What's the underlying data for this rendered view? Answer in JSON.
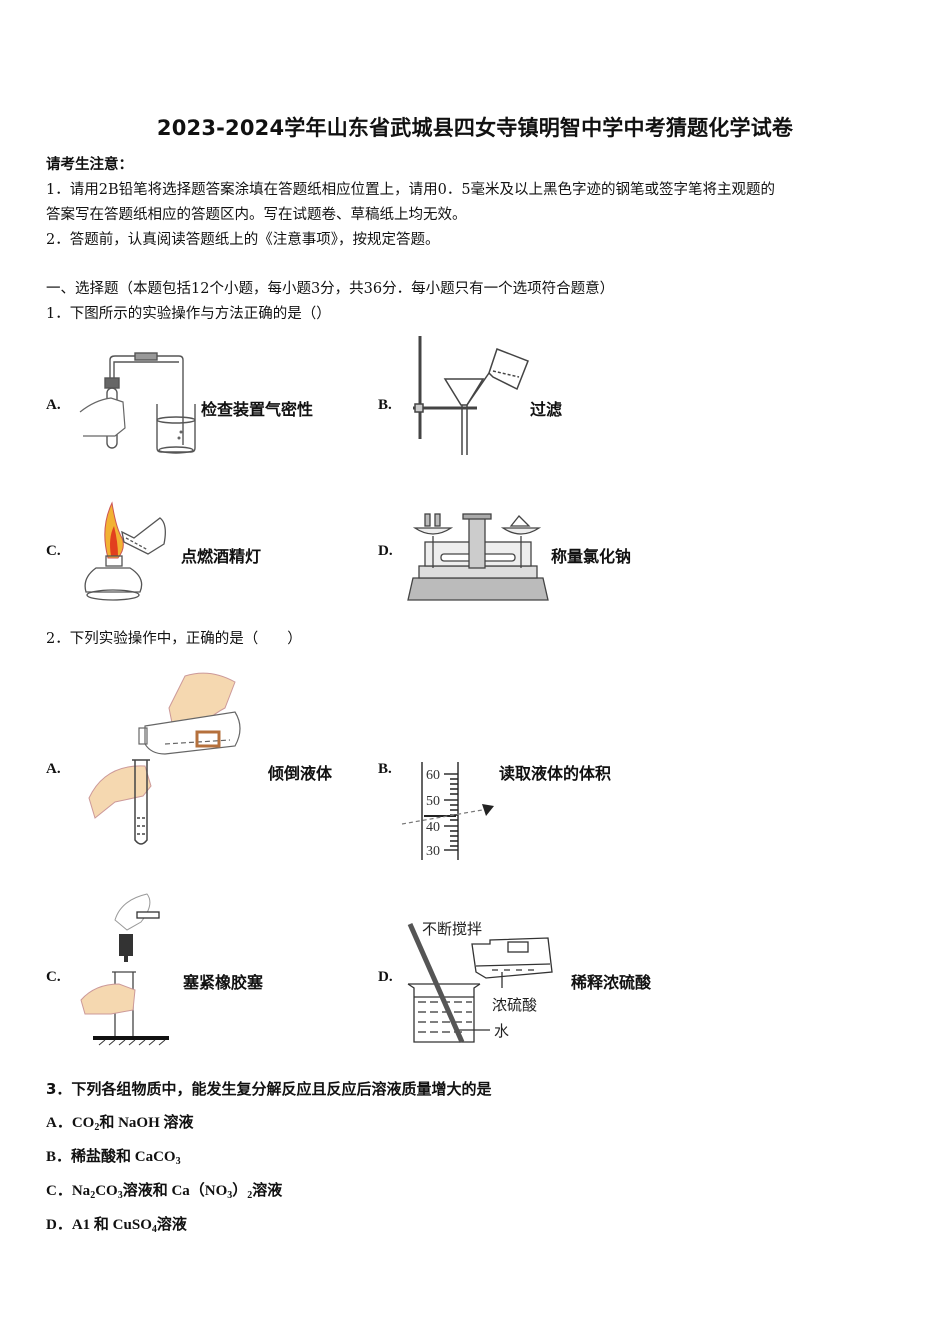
{
  "document": {
    "title": "2023-2024学年山东省武城县四女寺镇明智中学中考猜题化学试卷",
    "notice": {
      "heading": "请考生注意：",
      "items": [
        "1．请用2B铅笔将选择题答案涂填在答题纸相应位置上，请用0．5毫米及以上黑色字迹的钢笔或签字笔将主观题的",
        "答案写在答题纸相应的答题区内。写在试题卷、草稿纸上均无效。",
        "2．答题前，认真阅读答题纸上的《注意事项》，按规定答题。"
      ]
    },
    "section_heading": "一、选择题（本题包括12个小题，每小题3分，共36分．每小题只有一个选项符合题意）",
    "questions": [
      {
        "stem": "1．下图所示的实验操作与方法正确的是（）",
        "options": [
          {
            "letter": "A.",
            "label": "检查装置气密性",
            "figure": "airtightness-check-figure"
          },
          {
            "letter": "B.",
            "label": "过滤",
            "figure": "filtration-figure"
          },
          {
            "letter": "C.",
            "label": "点燃酒精灯",
            "figure": "lighting-alcohol-lamp-figure"
          },
          {
            "letter": "D.",
            "label": "称量氯化钠",
            "figure": "balance-weighing-figure"
          }
        ]
      },
      {
        "stem": "2．下列实验操作中，正确的是（　　）",
        "options": [
          {
            "letter": "A.",
            "label": "倾倒液体",
            "figure": "pouring-liquid-figure"
          },
          {
            "letter": "B.",
            "label": "读取液体的体积",
            "figure": "graduated-cylinder-figure",
            "scale_labels": [
              "60",
              "50",
              "40",
              "30"
            ]
          },
          {
            "letter": "C.",
            "label": "塞紧橡胶塞",
            "figure": "inserting-stopper-figure"
          },
          {
            "letter": "D.",
            "label": "稀释浓硫酸",
            "figure": "diluting-acid-figure",
            "annotations": [
              "不断搅拌",
              "浓硫酸",
              "水"
            ]
          }
        ]
      },
      {
        "stem": "3．下列各组物质中，能发生复分解反应且反应后溶液质量增大的是",
        "choices": [
          {
            "letter": "A．",
            "parts": [
              "CO",
              "2",
              "和 NaOH 溶液"
            ]
          },
          {
            "letter": "B．",
            "parts": [
              "稀盐酸和 CaCO",
              "3",
              ""
            ]
          },
          {
            "letter": "C．",
            "parts": [
              "Na",
              "2",
              "CO",
              "3",
              "溶液和 Ca（NO",
              "3",
              "）",
              "2",
              "溶液"
            ]
          },
          {
            "letter": "D．",
            "parts": [
              "A1 和 CuSO",
              "4",
              "溶液"
            ]
          }
        ]
      }
    ]
  }
}
